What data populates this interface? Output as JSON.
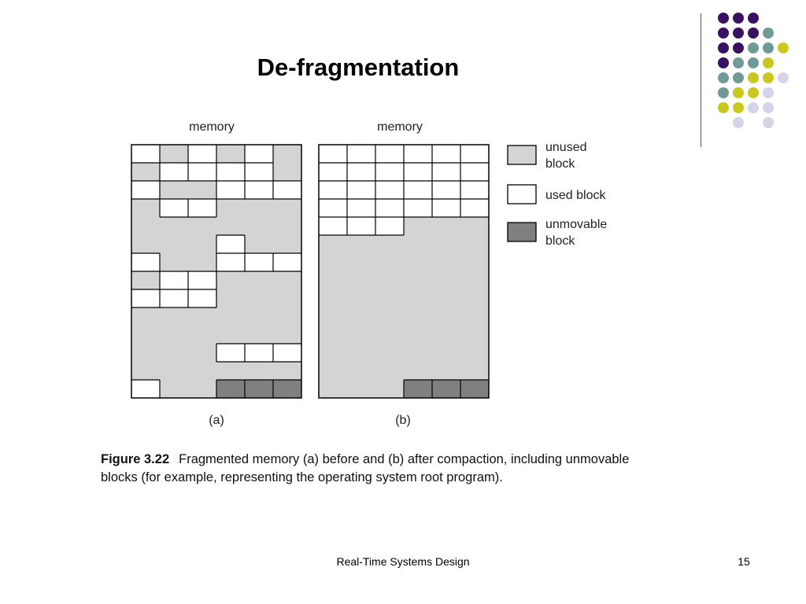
{
  "slide": {
    "title": "De-fragmentation",
    "footer": "Real-Time Systems Design",
    "page_number": "15"
  },
  "colors": {
    "unused": "#d4d4d4",
    "used": "#ffffff",
    "unmovable": "#808080",
    "grid_line": "#000000",
    "dot_purple": "#3a1060",
    "dot_teal": "#6e9a98",
    "dot_yellow": "#c8c81e",
    "dot_lavender": "#d4d4e6"
  },
  "figure": {
    "label_a": "(a)",
    "label_b": "(b)",
    "memory_label": "memory",
    "caption_number": "Figure 3.22",
    "caption_text": "Fragmented memory (a) before and (b) after compaction, including unmovable blocks (for example, representing the operating system root program).",
    "grid_columns": 6,
    "grid_rows": 14,
    "grid_a": [
      "UNUNUN",
      "NUUUUN",
      "UNNUUU",
      "NUUNNN",
      "NNNNNN",
      "NNNUNN",
      "UNNUUU",
      "NUUNNN",
      "UUUNNN",
      "NNNNNN",
      "NNNNNN",
      "NNNUUU",
      "NNNNNN",
      "UNNMMM"
    ],
    "grid_b": [
      "UUUUUU",
      "UUUUUU",
      "UUUUUU",
      "UUUUUU",
      "UUUNNN",
      "NNNNNN",
      "NNNNNN",
      "NNNNNN",
      "NNNNNN",
      "NNNNNN",
      "NNNNNN",
      "NNNNNN",
      "NNNNNN",
      "NNNMMM"
    ]
  },
  "legend": [
    {
      "kind": "unused",
      "lines": [
        "unused",
        "block"
      ]
    },
    {
      "kind": "used",
      "lines": [
        "used block"
      ]
    },
    {
      "kind": "unmovable",
      "lines": [
        "unmovable",
        "block"
      ]
    }
  ],
  "decoration_dots": [
    [
      "P",
      "P",
      "P",
      "",
      ""
    ],
    [
      "P",
      "P",
      "P",
      "T",
      ""
    ],
    [
      "P",
      "P",
      "T",
      "T",
      "Y"
    ],
    [
      "P",
      "T",
      "T",
      "Y",
      ""
    ],
    [
      "T",
      "T",
      "Y",
      "Y",
      "L"
    ],
    [
      "T",
      "Y",
      "Y",
      "L",
      ""
    ],
    [
      "Y",
      "Y",
      "L",
      "L",
      ""
    ],
    [
      "",
      "L",
      "",
      "L",
      ""
    ]
  ]
}
